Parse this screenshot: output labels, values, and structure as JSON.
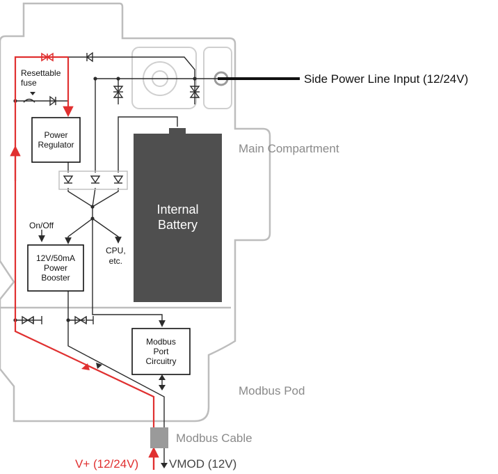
{
  "labels": {
    "side_input": "Side Power Line Input (12/24V)",
    "main_compartment": "Main Compartment",
    "modbus_pod": "Modbus Pod",
    "modbus_cable": "Modbus Cable",
    "v_plus": "V+ (12/24V)",
    "vmod": "VMOD (12V)",
    "resettable_fuse": "Resettable\nfuse",
    "on_off": "On/Off",
    "cpu": "CPU,\netc."
  },
  "blocks": {
    "power_regulator": "Power\nRegulator",
    "power_booster": "12V/50mA\nPower\nBooster",
    "internal_battery": "Internal\nBattery",
    "modbus_port": "Modbus\nPort\nCircuitry"
  },
  "colors": {
    "red_path": "#e03030",
    "wire": "#2b2b2b",
    "housing": "#bdbdbd",
    "battery": "#4f4f4f",
    "text_grey": "#8a8a8a"
  }
}
